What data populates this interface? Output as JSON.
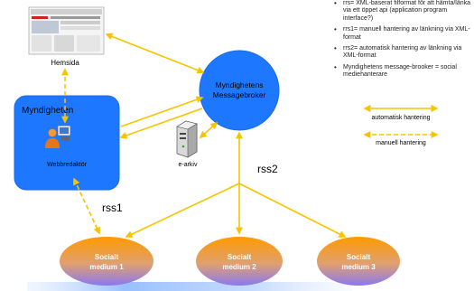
{
  "nodes": {
    "hemsida": "Hemsida",
    "myndigheten": "Myndigheten",
    "webbredaktor": "Webbredaktör",
    "broker_line1": "Myndighetens",
    "broker_line2": "Messagebroker",
    "earkiv": "e-arkiv",
    "medium1_line1": "Socialt",
    "medium1_line2": "medium 1",
    "medium2_line1": "Socialt",
    "medium2_line2": "medium 2",
    "medium3_line1": "Socialt",
    "medium3_line2": "medium 3"
  },
  "labels": {
    "rss1": "rss1",
    "rss2": "rss2"
  },
  "notes": [
    "rrs= XML-baserat filformat för att hämta/länka via ett öppet api (application program interface?)",
    "rrs1= manuell hantering av länkning via XML-format",
    "rrs2= automatisk hantering av länkning via XML-format",
    "Myndighetens message-brooker = social mediehanterare"
  ],
  "legend": {
    "automatic": "automatisk hantering",
    "manual": "manuell hantering"
  },
  "colors": {
    "arrow": "#f5c400",
    "blue": "#1e78ff",
    "medium_top": "#ff9a00",
    "medium_bottom": "#8a78f0"
  }
}
